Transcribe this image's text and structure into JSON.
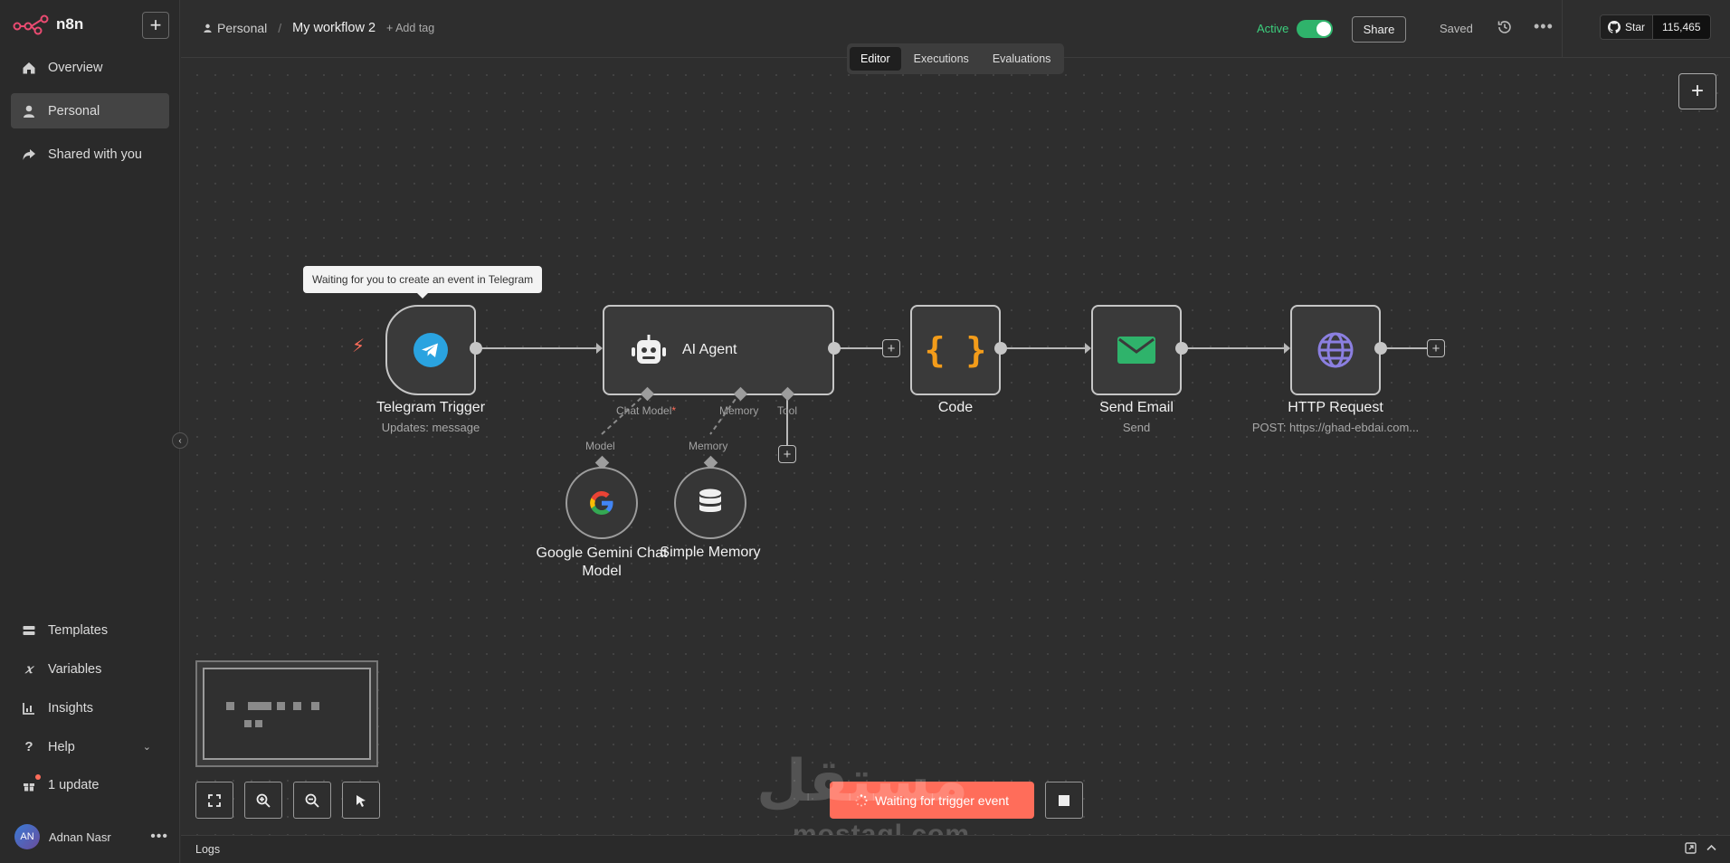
{
  "app": {
    "logo_text": "n8n",
    "new_button": "+"
  },
  "sidebar": {
    "top_items": [
      {
        "label": "Overview",
        "icon": "home-icon"
      },
      {
        "label": "Personal",
        "icon": "user-icon",
        "active": true
      },
      {
        "label": "Shared with you",
        "icon": "share-icon"
      }
    ],
    "bottom_items": [
      {
        "label": "Templates",
        "icon": "templates-icon"
      },
      {
        "label": "Variables",
        "icon": "variables-icon"
      },
      {
        "label": "Insights",
        "icon": "insights-icon"
      },
      {
        "label": "Help",
        "icon": "help-icon"
      },
      {
        "label": "1 update",
        "icon": "gift-icon"
      }
    ],
    "user": {
      "initials": "AN",
      "name": "Adnan Nasr"
    }
  },
  "header": {
    "breadcrumb_project": "Personal",
    "separator": "/",
    "workflow_name": "My workflow 2",
    "add_tag": "+ Add tag",
    "active_label": "Active",
    "share_label": "Share",
    "saved_label": "Saved",
    "github": {
      "star_label": "Star",
      "star_count": "115,465"
    }
  },
  "tabs": [
    {
      "label": "Editor",
      "selected": true
    },
    {
      "label": "Executions"
    },
    {
      "label": "Evaluations"
    }
  ],
  "canvas": {
    "tooltip": "Waiting for you to create an event in Telegram",
    "nodes": {
      "telegram": {
        "title": "Telegram Trigger",
        "subtitle": "Updates: message"
      },
      "agent": {
        "title": "AI Agent",
        "ports": {
          "chat_model": "Chat Model",
          "required_mark": "*",
          "memory": "Memory",
          "tool": "Tool"
        }
      },
      "code": {
        "title": "Code",
        "symbol": "{ }"
      },
      "email": {
        "title": "Send Email",
        "subtitle": "Send"
      },
      "http": {
        "title": "HTTP Request",
        "subtitle": "POST: https://ghad-ebdai.com..."
      },
      "gemini": {
        "title_line1": "Google Gemini Chat",
        "title_line2": "Model",
        "port_label": "Model"
      },
      "memory": {
        "title": "Simple Memory",
        "port_label": "Memory"
      }
    },
    "waiting_button": "Waiting for trigger event",
    "watermark_text": "mostaql.com",
    "watermark_arabic": "مستقل"
  },
  "logs": {
    "label": "Logs"
  },
  "colors": {
    "accent": "#ff6d5a",
    "active_green": "#2fb36b",
    "telegram_blue": "#2aa3e0",
    "code_orange": "#f39c1a",
    "email_green": "#2fb36b",
    "http_purple": "#8b7fe0"
  }
}
